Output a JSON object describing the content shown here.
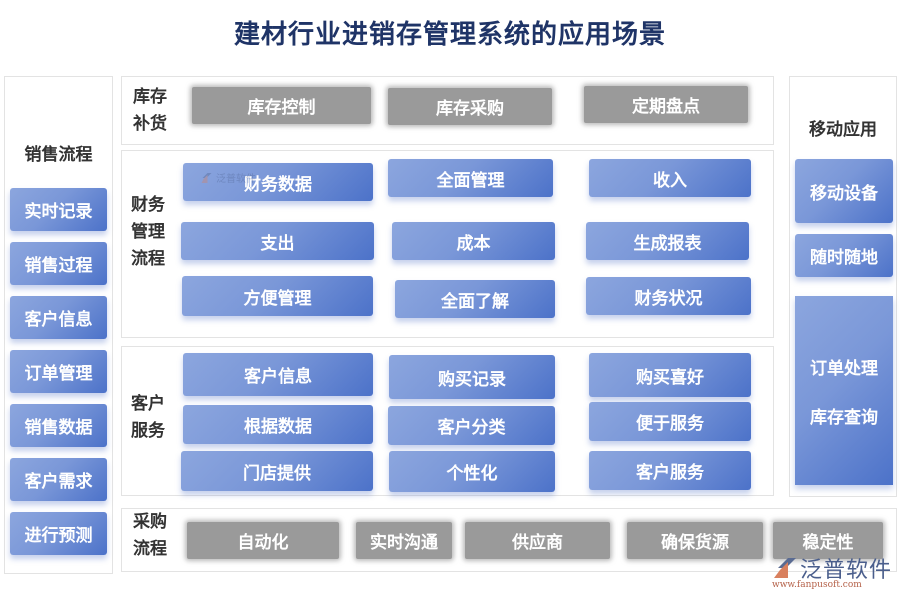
{
  "title": "建材行业进销存管理系统的应用场景",
  "left_column": {
    "label": "销售流程",
    "items": [
      "实时记录",
      "销售过程",
      "客户信息",
      "订单管理",
      "销售数据",
      "客户需求",
      "进行预测"
    ]
  },
  "right_column": {
    "label": "移动应用",
    "items": [
      "移动设备",
      "随时随地"
    ],
    "tall_item_lines": [
      "订单处理",
      "库存查询"
    ]
  },
  "sections": {
    "inventory": {
      "label_line1": "库存",
      "label_line2": "补货",
      "items": [
        "库存控制",
        "库存采购",
        "定期盘点"
      ]
    },
    "finance": {
      "label_line1": "财务",
      "label_line2": "管理",
      "label_line3": "流程",
      "items": [
        "财务数据",
        "全面管理",
        "收入",
        "支出",
        "成本",
        "生成报表",
        "方便管理",
        "全面了解",
        "财务状况"
      ]
    },
    "customer": {
      "label_line1": "客户",
      "label_line2": "服务",
      "items": [
        "客户信息",
        "购买记录",
        "购买喜好",
        "根据数据",
        "客户分类",
        "便于服务",
        "门店提供",
        "个性化",
        "客户服务"
      ]
    },
    "purchase": {
      "label_line1": "采购",
      "label_line2": "流程",
      "items": [
        "自动化",
        "实时沟通",
        "供应商",
        "确保货源",
        "稳定性"
      ]
    }
  },
  "watermark": {
    "brand": "泛普软件",
    "url": "www.fanpusoft.com"
  },
  "colors": {
    "title": "#1f3467",
    "blue_start": "#8ca6de",
    "blue_end": "#4c72c9",
    "gray_button": "#9a9a9a"
  }
}
